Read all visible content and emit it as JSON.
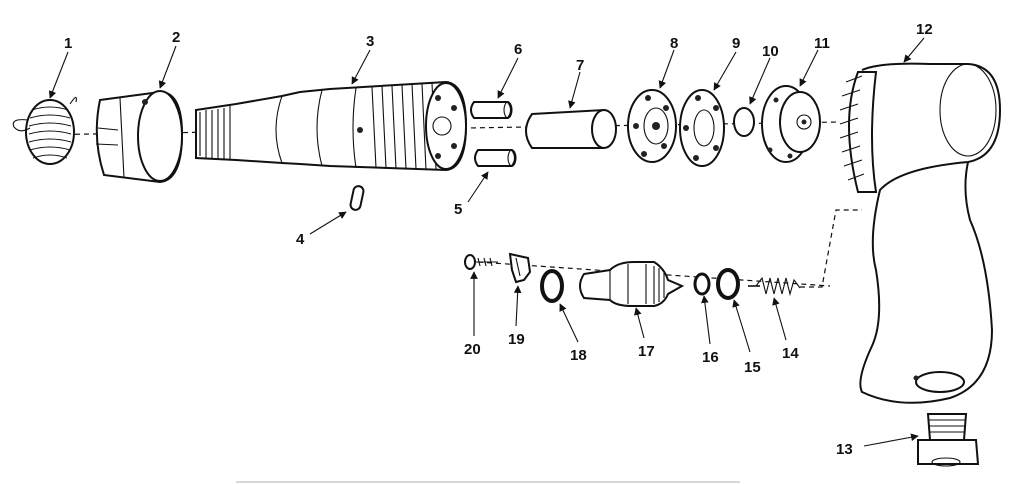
{
  "callouts": {
    "c1": "1",
    "c2": "2",
    "c3": "3",
    "c4": "4",
    "c5": "5",
    "c6": "6",
    "c7": "7",
    "c8": "8",
    "c9": "9",
    "c10": "10",
    "c11": "11",
    "c12": "12",
    "c13": "13",
    "c14": "14",
    "c15": "15",
    "c16": "16",
    "c17": "17",
    "c18": "18",
    "c19": "19",
    "c20": "20"
  },
  "colors": {
    "ink": "#111111",
    "paper": "#ffffff"
  }
}
